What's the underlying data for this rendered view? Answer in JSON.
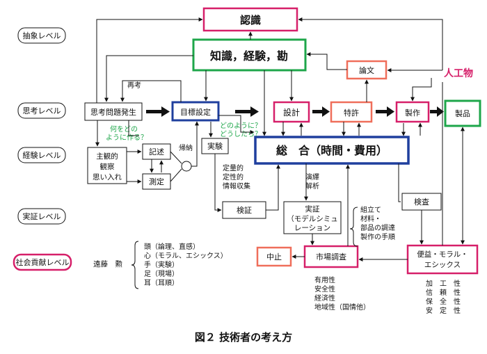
{
  "levels": {
    "abstract": "抽象レベル",
    "thought": "思考レベル",
    "experience": "経験レベル",
    "empirical": "実証レベル",
    "social": "社会貢献レベル"
  },
  "nodes": {
    "ninshiki": "認識",
    "chishiki": "知識，経験，勘",
    "ronbun": "論文",
    "jinkoubutsu": "人工物",
    "shikou_mondai": "思考問題発生",
    "mokuhyou": "目標設定",
    "sekkei": "設計",
    "tokkyo": "特許",
    "seisaku": "製作",
    "seihin": "製品",
    "sougou": "総　合（時間・費用）",
    "jikken": "実験",
    "shukan_1": "主観的",
    "shukan_2": "観察",
    "shukan_3": "思い入れ",
    "kijutsu": "記述",
    "sokutei": "測定",
    "kenshou": "検証",
    "jisshou_1": "実証",
    "jisshou_2": "（モデルシミュ",
    "jisshou_3": "レーション",
    "kensa": "検査",
    "chuushi": "中止",
    "shijou": "市場調査",
    "beneki_1": "便益・モラル・",
    "beneki_2": "エシックス"
  },
  "labels": {
    "saikou": "再考",
    "nani_1": "何をどの",
    "nani_2": "ように作る？",
    "kinou": "帰納",
    "douyou_1": "どのように？",
    "douyou_2": "どうしたら？",
    "teiryou_1": "定量的",
    "teiryou_2": "定性的",
    "teiryou_3": "情報収集",
    "eneki_1": "演繹",
    "eneki_2": "解析",
    "kumitate_1": "組立て",
    "kumitate_2": "材料・",
    "kumitate_3": "部品の調達",
    "kumitate_4": "製作の手順",
    "yuuyou_1": "有用性",
    "yuuyou_2": "安全性",
    "yuuyou_3": "経済性",
    "yuuyou_4": "地域性（国情他）",
    "tokusei_1": "加　工　性",
    "tokusei_2": "信　頼　性",
    "tokusei_3": "保　全　性",
    "tokusei_4": "安　定　性",
    "endo": "遠藤　勲",
    "atama_1": "頭（論理、直感）",
    "atama_2": "心（モラル、エシックス）",
    "atama_3": "手（実験）",
    "atama_4": "足（現場）",
    "atama_5": "耳（耳順）"
  },
  "caption": "図２ 技術者の考え方",
  "colors": {
    "pink": "#d61f69",
    "green": "#1ea64a",
    "blue": "#1f3f9e",
    "salmon": "#ef6e5a",
    "black": "#111111"
  }
}
